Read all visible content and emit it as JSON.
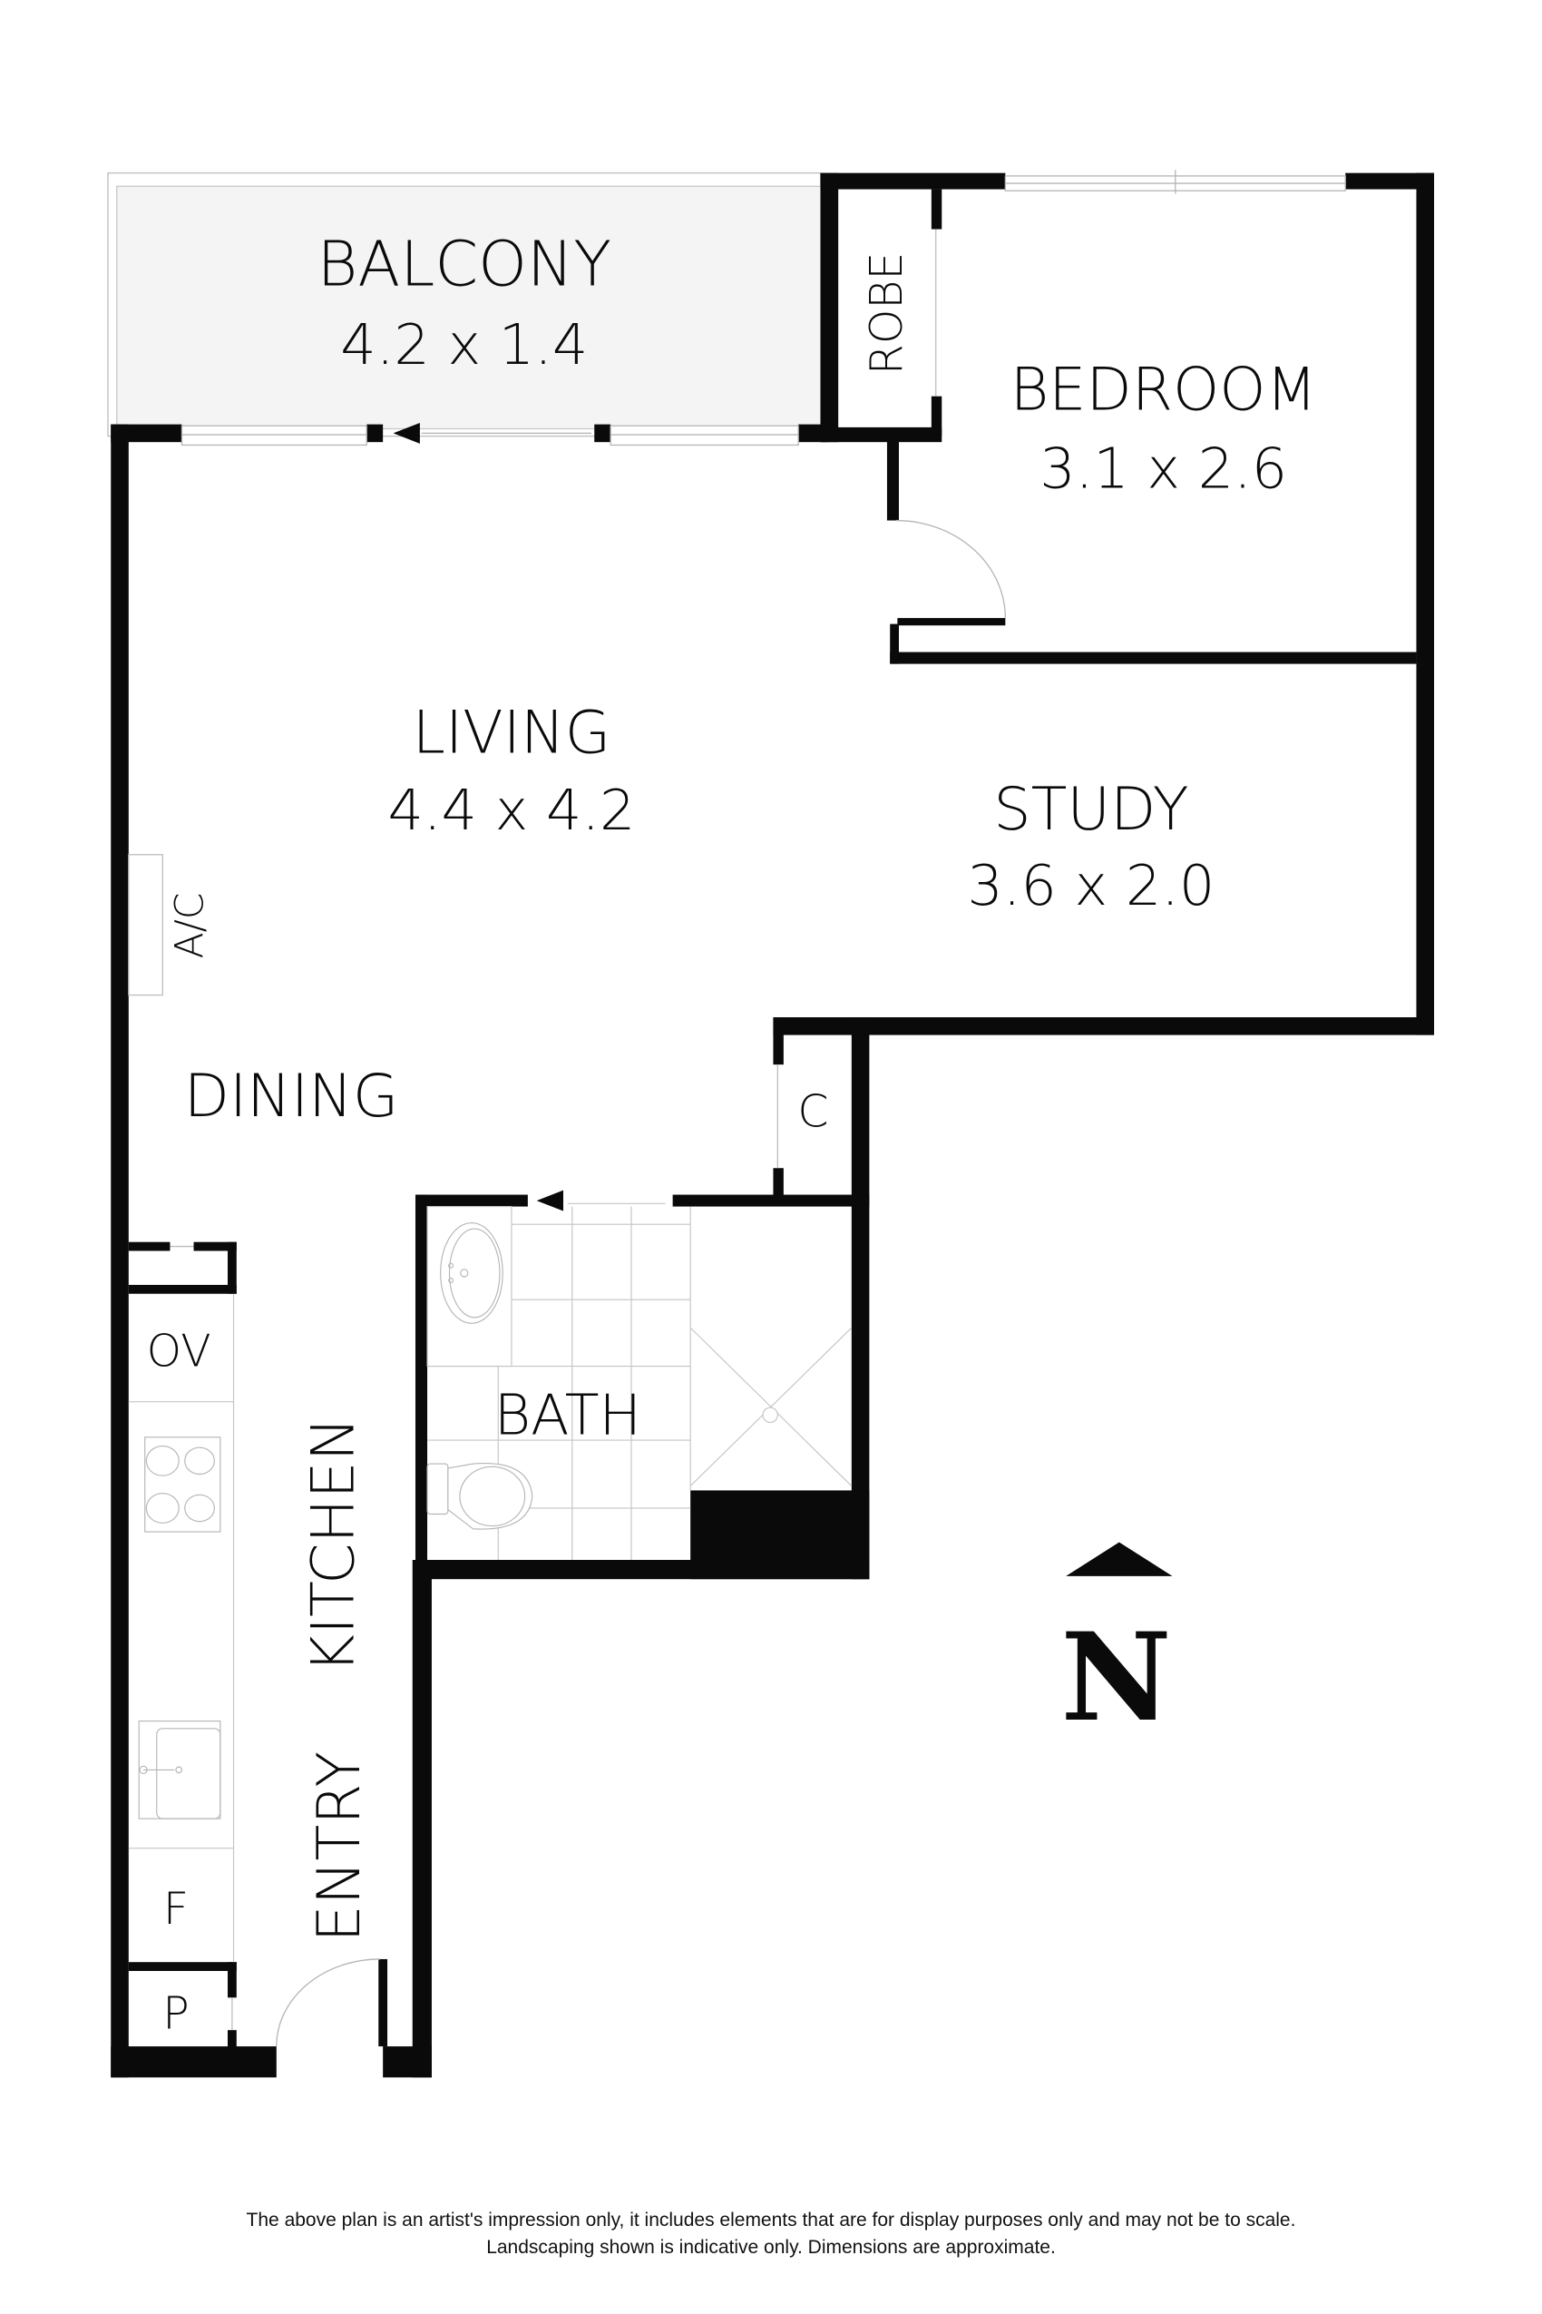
{
  "colors": {
    "wall": "#0a0a0b",
    "balcony_fill": "#f4f4f4",
    "fixture_line": "#b5b5b5",
    "background": "#ffffff"
  },
  "rooms": {
    "balcony": {
      "name": "BALCONY",
      "dims": "4.2 x 1.4"
    },
    "robe": {
      "name": "ROBE"
    },
    "bedroom": {
      "name": "BEDROOM",
      "dims": "3.1 x 2.6"
    },
    "living": {
      "name": "LIVING",
      "dims": "4.4 x 4.2"
    },
    "study": {
      "name": "STUDY",
      "dims": "3.6 x 2.0"
    },
    "dining": {
      "name": "DINING"
    },
    "ac": {
      "name": "A/C"
    },
    "closet": {
      "name": "C"
    },
    "bath": {
      "name": "BATH"
    },
    "oven": {
      "name": "OV"
    },
    "kitchen": {
      "name": "KITCHEN"
    },
    "entry": {
      "name": "ENTRY"
    },
    "fridge": {
      "name": "F"
    },
    "pantry": {
      "name": "P"
    }
  },
  "compass": {
    "label": "N",
    "icon": "north-arrow-icon"
  },
  "disclaimer": {
    "line1": "The above plan is an artist's impression only, it includes elements that are for display purposes only and may not be to scale.",
    "line2": "Landscaping shown is indicative only. Dimensions are approximate."
  }
}
